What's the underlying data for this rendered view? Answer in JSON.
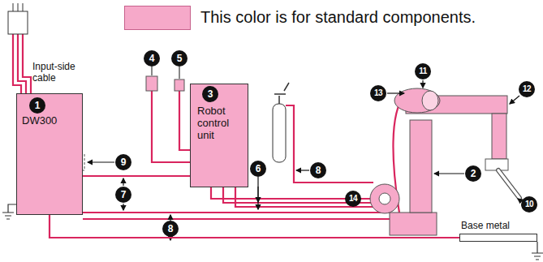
{
  "diagram": {
    "nodes": [
      {
        "text": [
          "DW300"
        ]
      },
      {
        "text": [
          "Robot control unit"
        ]
      },
      {
        "text": [
          "Base metal"
        ]
      }
    ],
    "edges": [
      {
        "from": 0,
        "to": 1,
        "arrow": "none"
      },
      {
        "from": 0,
        "to": 2,
        "arrow": "none"
      }
    ],
    "labels": [
      "Input-side cable",
      "4",
      "5",
      "3",
      "1",
      "11",
      "13",
      "12",
      "9",
      "2",
      "10",
      "14",
      "8",
      "6",
      "7",
      "8"
    ],
    "legend": [
      {
        "text": "This color is for standard components.",
        "color": "#f6a9c9"
      }
    ]
  }
}
